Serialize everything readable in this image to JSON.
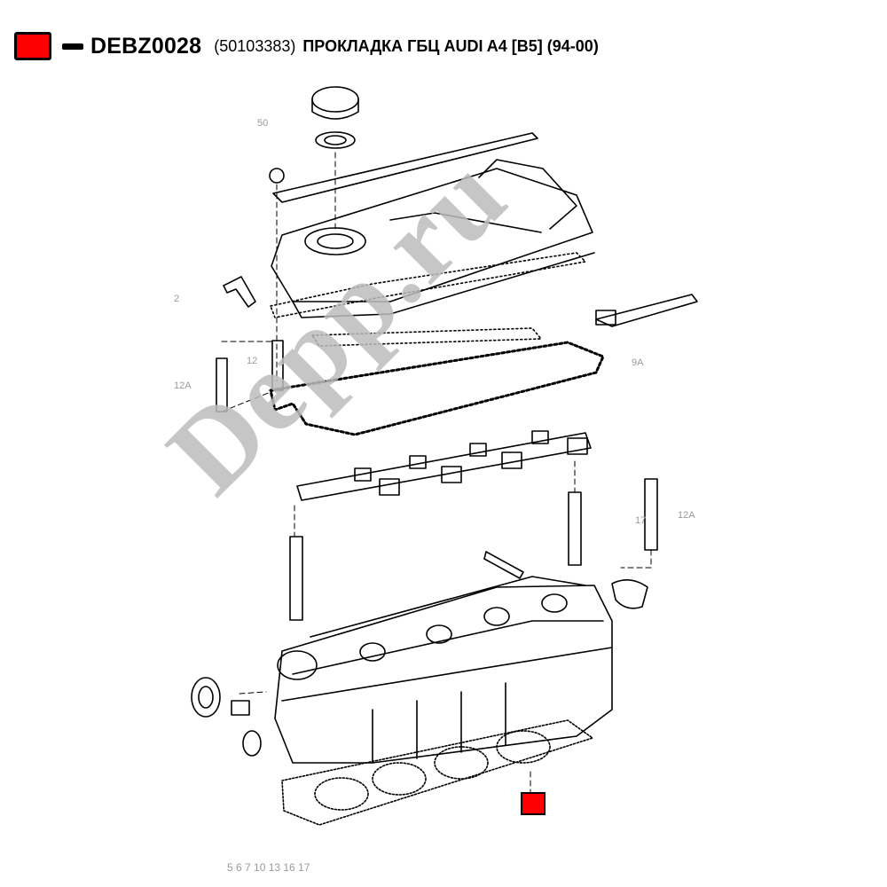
{
  "header": {
    "code": "DEBZ0028",
    "oem": "(50103383)",
    "title": "ПРОКЛАДКА ГБЦ AUDI A4 [B5] (94-00)"
  },
  "watermark": {
    "text": "Depp.ru"
  },
  "colors": {
    "accent": "#ff0000",
    "line": "#000000",
    "watermark": "#bdbdbd"
  },
  "diagram": {
    "labels": {
      "l50": "50",
      "l12": "12",
      "l12a": "12A",
      "l17": "17",
      "l12a2": "12A",
      "l9a": "9A",
      "l2": "2",
      "bottom": "5 6 7 10 13 16 17"
    }
  }
}
